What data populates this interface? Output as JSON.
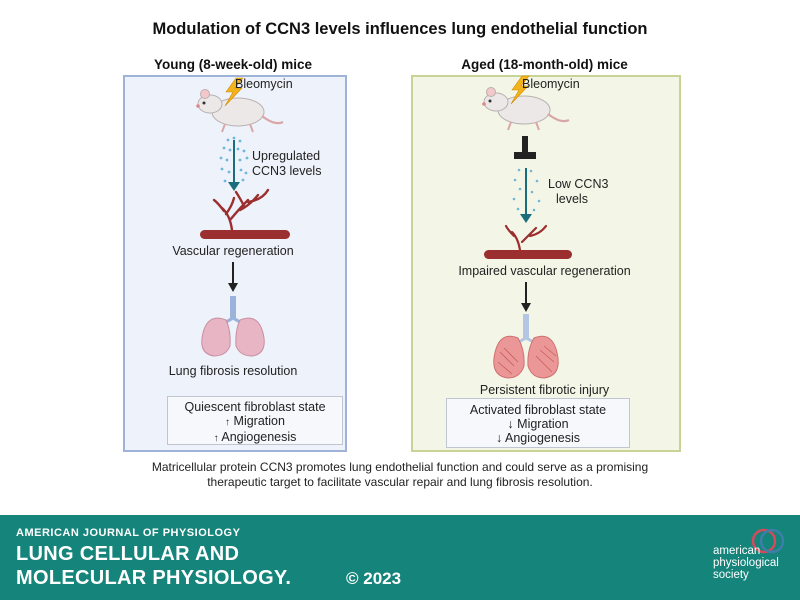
{
  "title": "Modulation of CCN3 levels influences lung endothelial function",
  "young": {
    "heading": "Young (8-week-old) mice",
    "stimulus": "Bleomycin",
    "ccn3_lines": [
      "Upregulated",
      "CCN3 levels"
    ],
    "vascular": "Vascular regeneration",
    "lung": "Lung fibrosis resolution",
    "box": {
      "state": "Quiescent fibroblast state",
      "item1_arrow": "↑",
      "item1": "Migration",
      "item2_arrow": "↑",
      "item2": "Angiogenesis"
    }
  },
  "aged": {
    "heading": "Aged (18-month-old) mice",
    "stimulus": "Bleomycin",
    "ccn3_lines": [
      "Low CCN3",
      "levels"
    ],
    "vascular": "Impaired vascular regeneration",
    "lung": "Persistent fibrotic injury",
    "box": {
      "state": "Activated fibroblast state",
      "item1_arrow": "↓",
      "item1": "Migration",
      "item2_arrow": "↓",
      "item2": "Angiogenesis"
    }
  },
  "caption_lines": [
    "Matricellular protein CCN3 promotes lung endothelial function and could serve as a promising",
    "therapeutic target to facilitate vascular repair and lung fibrosis resolution."
  ],
  "footer": {
    "journal_small": "AMERICAN JOURNAL OF PHYSIOLOGY",
    "journal_line1": "LUNG CELLULAR AND",
    "journal_line2": "MOLECULAR PHYSIOLOGY.",
    "copyright": "© 2023",
    "society_lines": [
      "american",
      "physiological",
      "society"
    ]
  },
  "colors": {
    "young_panel_border": "#9fb3d9",
    "young_panel_bg": "#eef2fa",
    "aged_panel_border": "#c8d496",
    "aged_panel_bg": "#f3f6e6",
    "footer_bg": "#15847a",
    "vessel": "#9b2f2f",
    "arrow_teal": "#1a6d7a",
    "lightning": "#f2b31c"
  },
  "icons": [
    "mouse-icon",
    "lightning-icon",
    "inhibit-icon",
    "ccn3-particles-icon",
    "blood-vessel-icon",
    "lungs-icon",
    "aps-logo-icon"
  ]
}
